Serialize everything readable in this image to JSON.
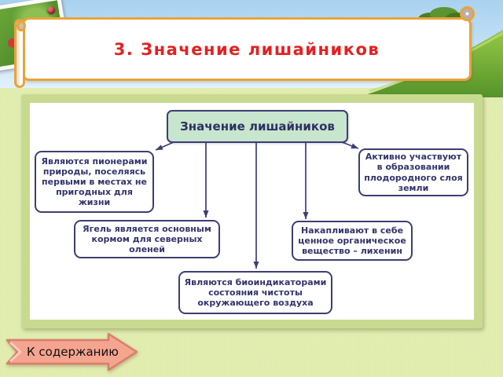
{
  "slide": {
    "title": "3. Значение лишайников",
    "nav_button_label": "К содержанию"
  },
  "diagram": {
    "root_label": "Значение лишайников",
    "nodes": [
      {
        "id": "pioneers",
        "text": "Являются пионерами природы, поселяясь первыми в местах не пригодных для жизни"
      },
      {
        "id": "soil",
        "text": "Активно участвуют в образовании плодородного слоя земли"
      },
      {
        "id": "yagel",
        "text": "Ягель является основным кормом для северных оленей"
      },
      {
        "id": "lichenin",
        "text": "Накапливают в себе ценное органическое вещество – лихенин"
      },
      {
        "id": "bioindicator",
        "text": "Являются биоиндикаторами состояния чистоты окружающего воздуха"
      }
    ],
    "edges": [
      {
        "from": "root",
        "to": "pioneers"
      },
      {
        "from": "root",
        "to": "yagel"
      },
      {
        "from": "root",
        "to": "bioindicator"
      },
      {
        "from": "root",
        "to": "lichenin"
      },
      {
        "from": "root",
        "to": "soil"
      }
    ]
  },
  "colors": {
    "title_text": "#e52020",
    "banner_border": "#e8a43c",
    "panel_frame": "#c8da90",
    "node_border": "#3c3f72",
    "node_text": "#32356a",
    "root_fill": "#c8e5cd",
    "connector": "#3c3f72",
    "nav_button_fill": "#f5a48f",
    "nav_button_border": "#d5806a",
    "background": "#e2edb0",
    "sky": "#a9d2f0",
    "hill_green": "#5d9a2c"
  }
}
